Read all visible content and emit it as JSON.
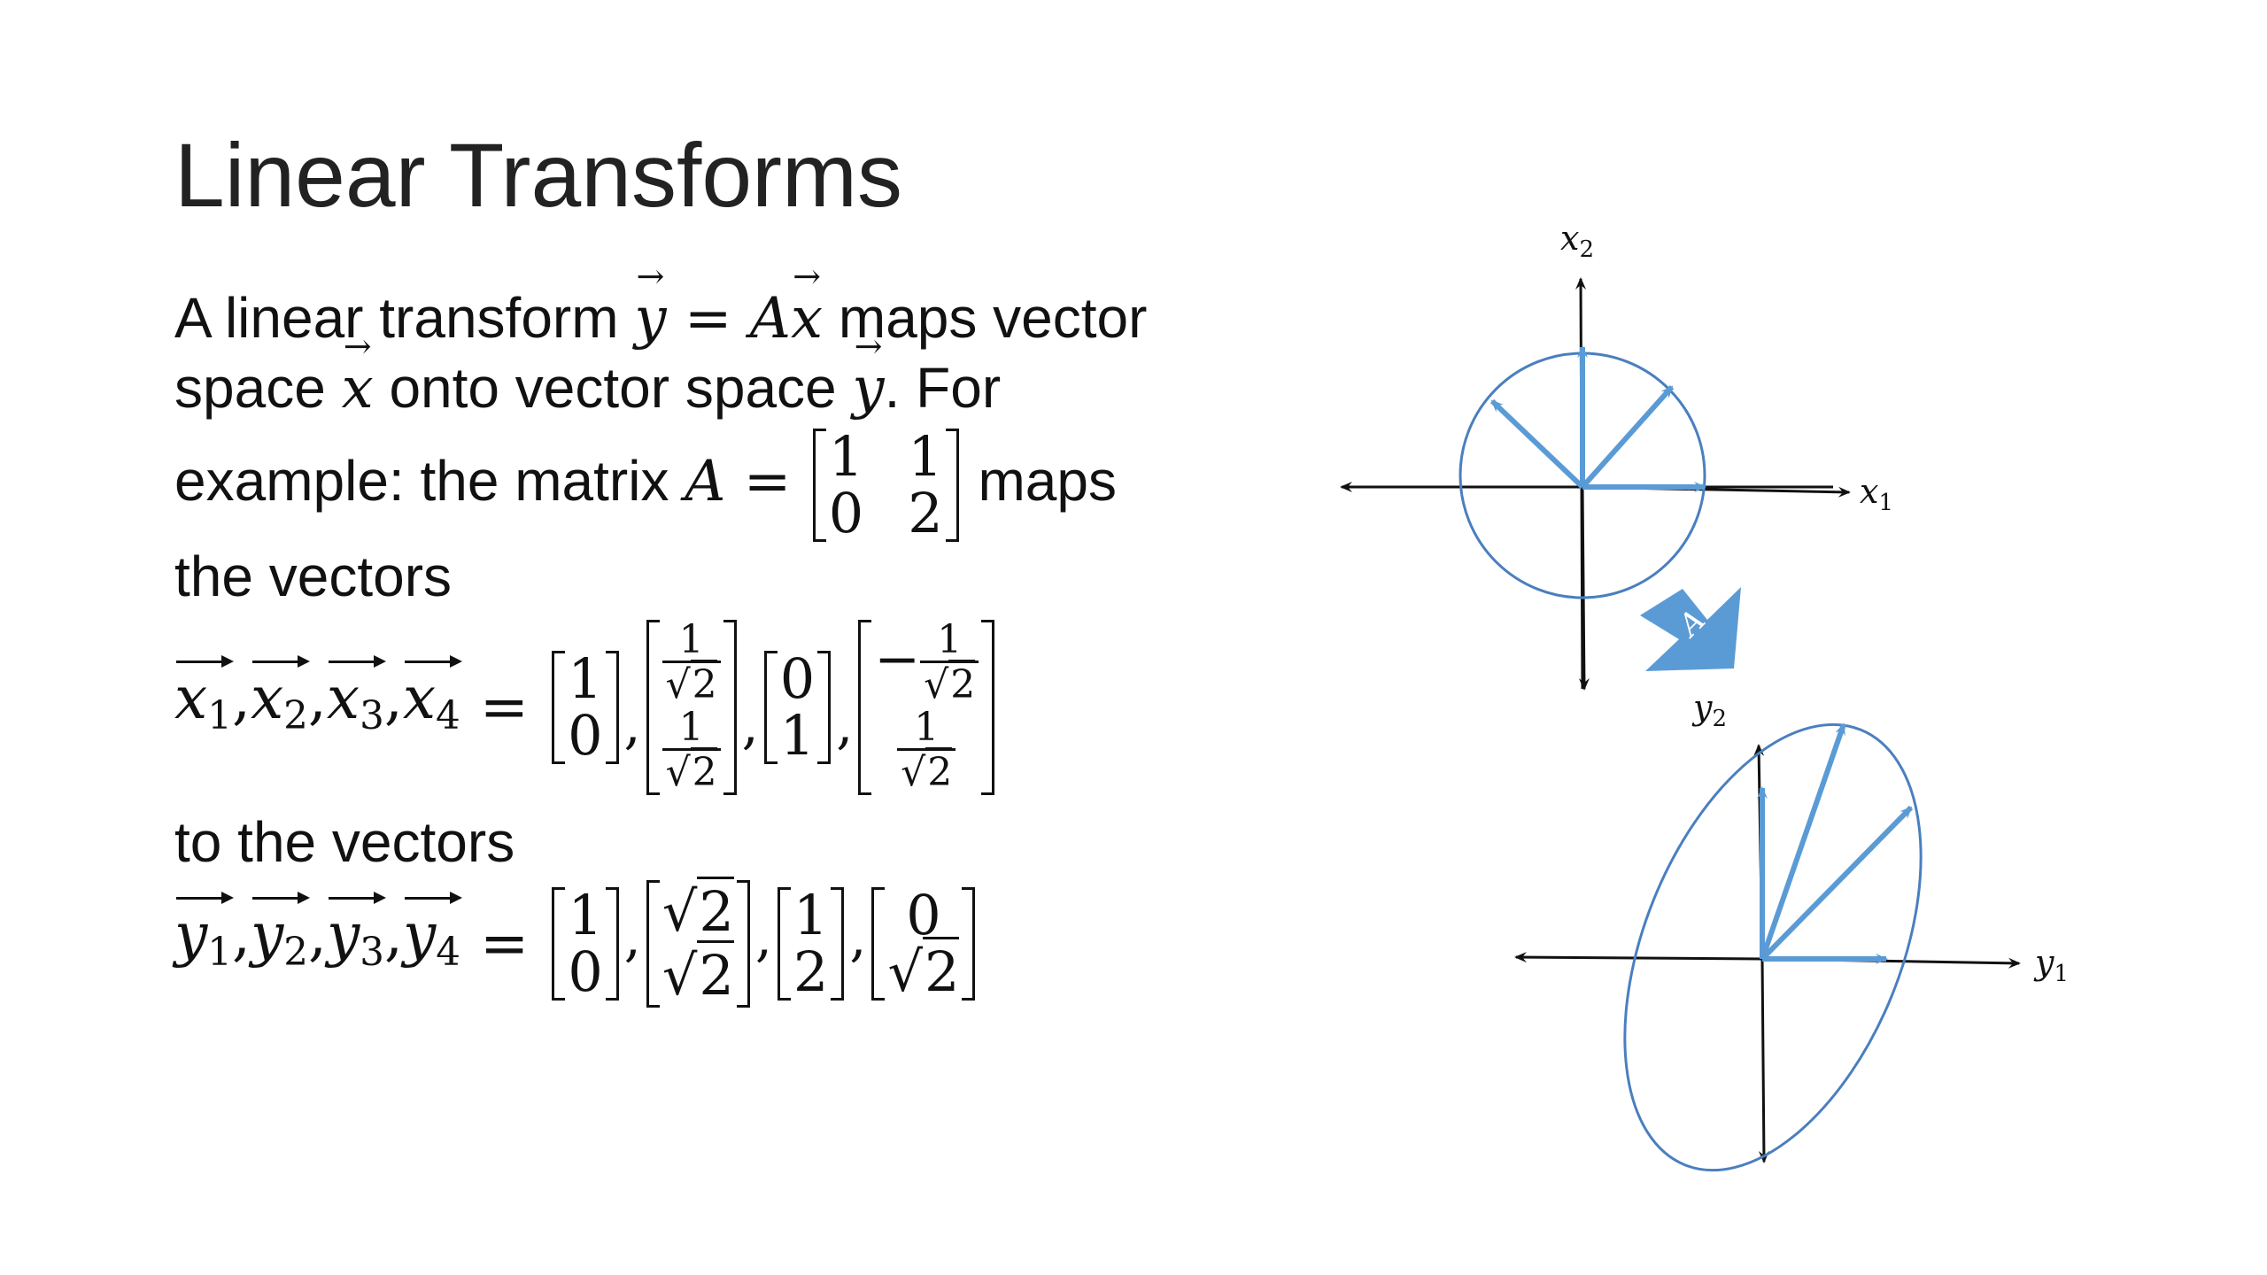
{
  "title": "Linear Transforms",
  "para": {
    "l1_a": "A linear transform ",
    "l1_y": "y",
    "l1_eq": " = ",
    "l1_A": "A",
    "l1_x": "x",
    "l1_b": " maps vector",
    "l2_a": "space ",
    "l2_x": "x",
    "l2_b": " onto vector space ",
    "l2_y": "y",
    "l2_c": ".  For",
    "l3_a": "example: the matrix ",
    "l3_A": "A",
    "l3_eq": " = ",
    "l3_b": " maps",
    "l4": "the vectors",
    "l5": "to the vectors"
  },
  "matrix_A": {
    "r1c1": "1",
    "r1c2": "1",
    "r2c1": "0",
    "r2c2": "2"
  },
  "x_vectors": {
    "names": [
      "x",
      "x",
      "x",
      "x"
    ],
    "subs": [
      "1",
      "2",
      "3",
      "4"
    ],
    "v1": [
      "1",
      "0"
    ],
    "v2_num": "1",
    "v2_den": "2",
    "v3": [
      "0",
      "1"
    ],
    "v4_sign": "−",
    "v4_num": "1",
    "v4_den": "2"
  },
  "y_vectors": {
    "names": [
      "y",
      "y",
      "y",
      "y"
    ],
    "subs": [
      "1",
      "2",
      "3",
      "4"
    ],
    "v1": [
      "1",
      "0"
    ],
    "v2": [
      "2",
      "2"
    ],
    "v3": [
      "1",
      "2"
    ],
    "v4_top": "0",
    "v4_bot": "2"
  },
  "diagram": {
    "x_axis_label": "x",
    "x_axis_sub": "1",
    "x_vert_label": "x",
    "x_vert_sub": "2",
    "y_axis_label": "y",
    "y_axis_sub": "1",
    "y_vert_label": "y",
    "y_vert_sub": "2",
    "arrow_label": "A",
    "accent": "#5b9bd5",
    "stroke": "#4a7fbf"
  }
}
